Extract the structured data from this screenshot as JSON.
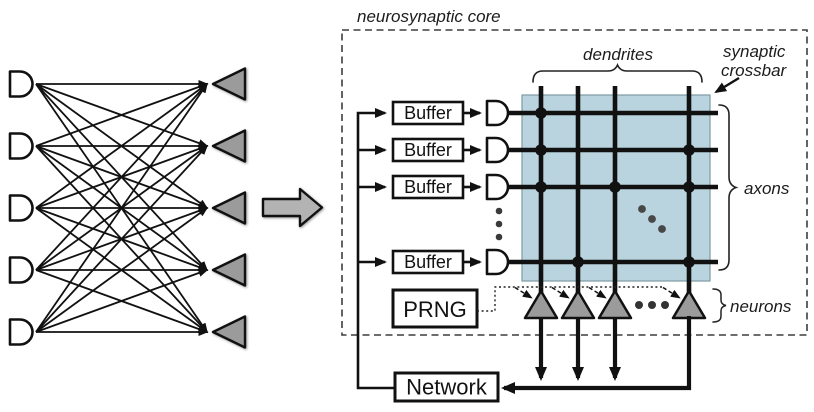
{
  "title": "neurosynaptic core",
  "labels": {
    "dendrites": "dendrites",
    "synaptic_crossbar": [
      "synaptic",
      "crossbar"
    ],
    "axons": "axons",
    "neurons": "neurons"
  },
  "boxes": {
    "buffer": "Buffer",
    "prng": "PRNG",
    "network": "Network"
  },
  "left_graph": {
    "input_count": 5,
    "output_count": 5,
    "fully_connected": true
  },
  "core": {
    "buffer_count": 4,
    "dendrite_count": 4,
    "axon_count": 4,
    "neuron_count": 4,
    "synapses": [
      [
        0,
        0
      ],
      [
        1,
        0
      ],
      [
        1,
        3
      ],
      [
        2,
        0
      ],
      [
        2,
        2
      ],
      [
        2,
        3
      ],
      [
        3,
        1
      ],
      [
        3,
        3
      ]
    ]
  },
  "colors": {
    "crossbar_fill": "#b9d4de",
    "crossbar_edge": "#7e99a5",
    "neuron_fill": "#9b9b9b",
    "node_fill": "#ffffff",
    "arrow_fill": "#b3b3b3",
    "line": "#111111",
    "dashed_border": "#3d3d3d"
  }
}
